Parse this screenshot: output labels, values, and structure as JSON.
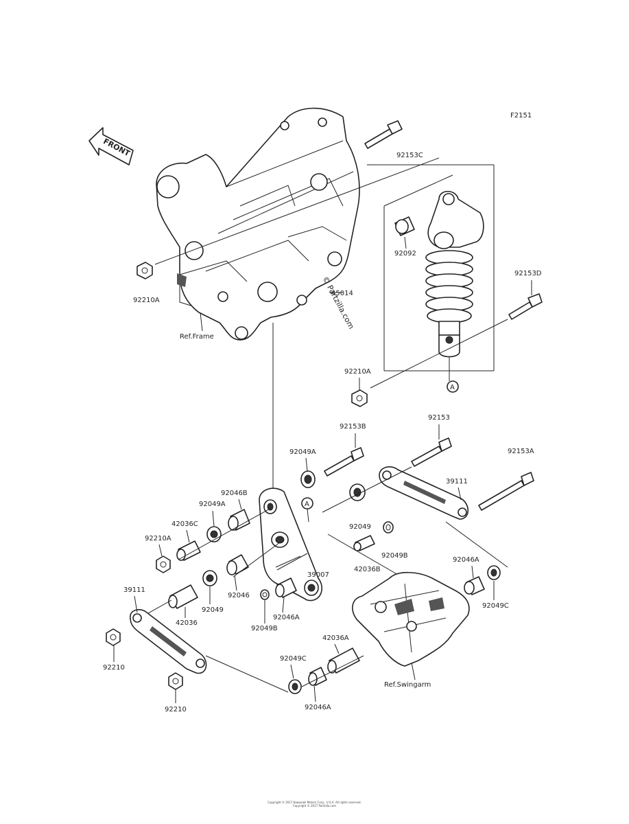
{
  "figure_code": "F2151",
  "front_label": "FRONT",
  "watermark": "© Partzilla.com",
  "labels": {
    "p92153C": "92153C",
    "p92092": "92092",
    "p92153D": "92153D",
    "p92210A_top": "92210A",
    "p45014": "45014",
    "ref_frame": "Ref.Frame",
    "p92210A_mid": "92210A",
    "callout_A1": "A",
    "p92153B": "92153B",
    "p92153": "92153",
    "p92153A": "92153A",
    "p92049A_top": "92049A",
    "p92046B": "92046B",
    "p92049A_left": "92049A",
    "p42036C": "42036C",
    "p92210A_low": "92210A",
    "callout_A2": "A",
    "p39111_right": "39111",
    "p92049": "92049",
    "p92049B_right": "92049B",
    "p42036B": "42036B",
    "p39007": "39007",
    "p92046A_right": "92046A",
    "p92049C_right": "92049C",
    "p39111_left": "39111",
    "p92046": "92046",
    "p92049_low": "92049",
    "p42036": "42036",
    "p92046A_mid": "92046A",
    "p92049B_mid": "92049B",
    "p92210_left": "92210",
    "p42036A": "42036A",
    "ref_swingarm": "Ref.Swingarm",
    "p92049C_low": "92049C",
    "p92210_low": "92210",
    "p92046A_low": "92046A"
  },
  "footer": {
    "line1": "Copyright © 2017 Kawasaki Motors Corp., U.S.A. All rights reserved.",
    "line2": "Copyright © 2017 Partzilla.com"
  }
}
